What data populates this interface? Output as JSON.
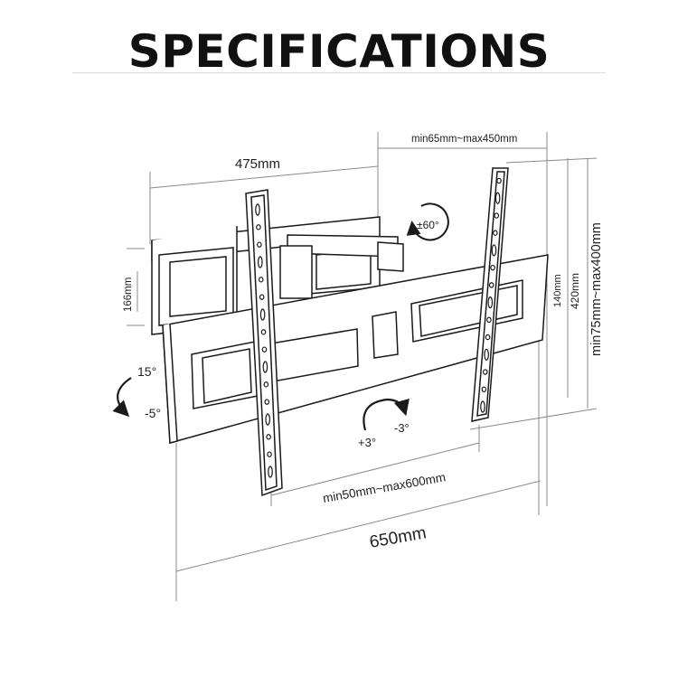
{
  "title": "SPECIFICATIONS",
  "dimensions": {
    "wall_plate_width": "475mm",
    "extension": "min65mm~max450mm",
    "wall_plate_height": "166mm",
    "tv_plate_height": "140mm",
    "overall_height": "420mm",
    "vesa_vertical": "min75mm~max400mm",
    "vesa_horizontal": "min50mm~max600mm",
    "overall_width": "650mm"
  },
  "angles": {
    "swivel": "±60°",
    "tilt_up": "15°",
    "tilt_down": "-5°",
    "rotate_plus": "+3°",
    "rotate_minus": "-3°"
  },
  "colors": {
    "line": "#1a1a1a",
    "dim_line": "#888888",
    "text": "#222222"
  }
}
